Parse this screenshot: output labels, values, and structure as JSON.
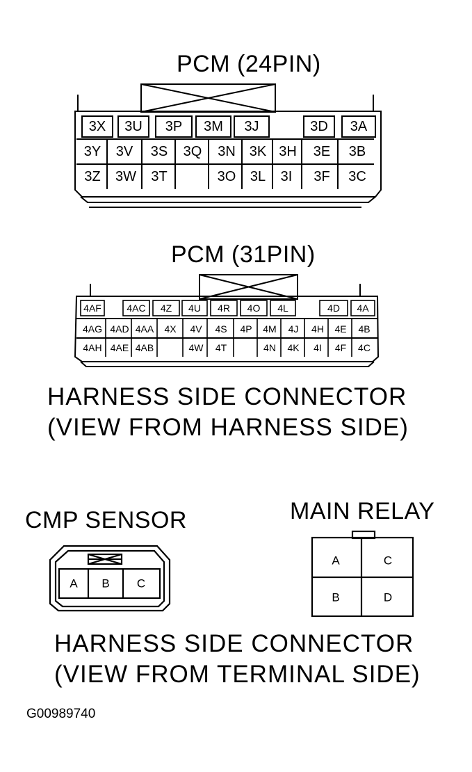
{
  "pcm24": {
    "title": "PCM (24PIN)",
    "pins": [
      "3X",
      "3U",
      "3P",
      "3M",
      "3J",
      "3D",
      "3A",
      "3Y",
      "3V",
      "3S",
      "3Q",
      "3N",
      "3K",
      "3H",
      "3E",
      "3B",
      "3Z",
      "3W",
      "3T",
      "3O",
      "3L",
      "3I",
      "3F",
      "3C"
    ]
  },
  "pcm31": {
    "title": "PCM (31PIN)",
    "pins": [
      "4AF",
      "4AC",
      "4Z",
      "4U",
      "4R",
      "4O",
      "4L",
      "4D",
      "4A",
      "4AG",
      "4AD",
      "4AA",
      "4X",
      "4V",
      "4S",
      "4P",
      "4M",
      "4J",
      "4H",
      "4E",
      "4B",
      "4AH",
      "4AE",
      "4AB",
      "4W",
      "4T",
      "4N",
      "4K",
      "4I",
      "4F",
      "4C"
    ]
  },
  "caption_harness": {
    "line1": "HARNESS SIDE CONNECTOR",
    "line2": "(VIEW FROM HARNESS SIDE)"
  },
  "cmp_sensor": {
    "title": "CMP SENSOR",
    "pins": [
      "A",
      "B",
      "C"
    ]
  },
  "main_relay": {
    "title": "MAIN RELAY",
    "pins": [
      "A",
      "C",
      "B",
      "D"
    ]
  },
  "caption_terminal": {
    "line1": "HARNESS SIDE CONNECTOR",
    "line2": "(VIEW FROM TERMINAL SIDE)"
  },
  "figure_code": "G00989740"
}
